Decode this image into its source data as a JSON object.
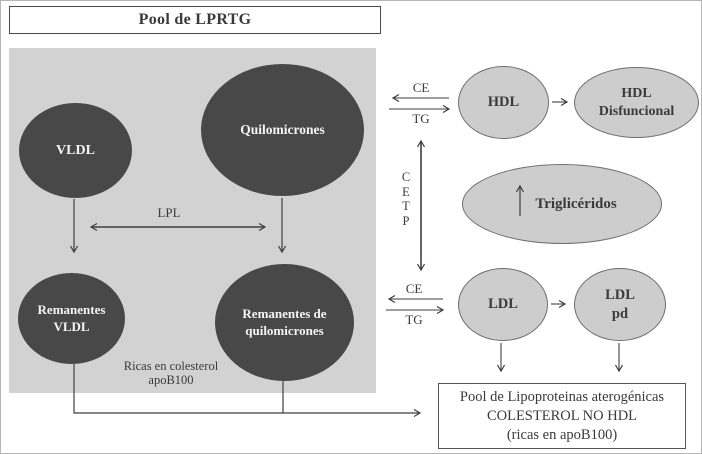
{
  "title_box": {
    "label": "Pool de LPRTG"
  },
  "pool_panel": {
    "nodes": {
      "vldl": {
        "label": "VLDL"
      },
      "quilomicrones": {
        "label": "Quilomicrones"
      },
      "remanentes_vldl": {
        "line1": "Remanentes",
        "line2": "VLDL"
      },
      "remanentes_quilomicrones": {
        "line1": "Remanentes de",
        "line2": "quilomicrones"
      }
    },
    "note": {
      "line1": "Ricas en colesterol",
      "line2": "apoB100"
    }
  },
  "right_side": {
    "nodes": {
      "hdl": {
        "label": "HDL"
      },
      "hdl_disfuncional": {
        "line1": "HDL",
        "line2": "Disfuncional"
      },
      "trigliceridos": {
        "arrow": "↑",
        "label": "Triglicéridos"
      },
      "ldl": {
        "label": "LDL"
      },
      "ldl_pd": {
        "line1": "LDL",
        "line2": "pd"
      }
    }
  },
  "labels": {
    "lpl": "LPL",
    "ce_top": "CE",
    "tg_top": "TG",
    "ce_bottom": "CE",
    "tg_bottom": "TG",
    "cetp": [
      "C",
      "E",
      "T",
      "P"
    ]
  },
  "bottom_box": {
    "line1": "Pool de Lipoproteinas aterogénicas",
    "line2": "COLESTEROL NO HDL",
    "line3": "(ricas en apoB100)"
  },
  "colors": {
    "dark_node": "#484848",
    "dark_node_text": "#f4f4f4",
    "light_node_fill": "#cdcdcd",
    "light_node_border": "#6e6e6e",
    "panel_bg": "#d2d2d2",
    "line": "#3f3f3f",
    "text": "#3a3a3a"
  }
}
